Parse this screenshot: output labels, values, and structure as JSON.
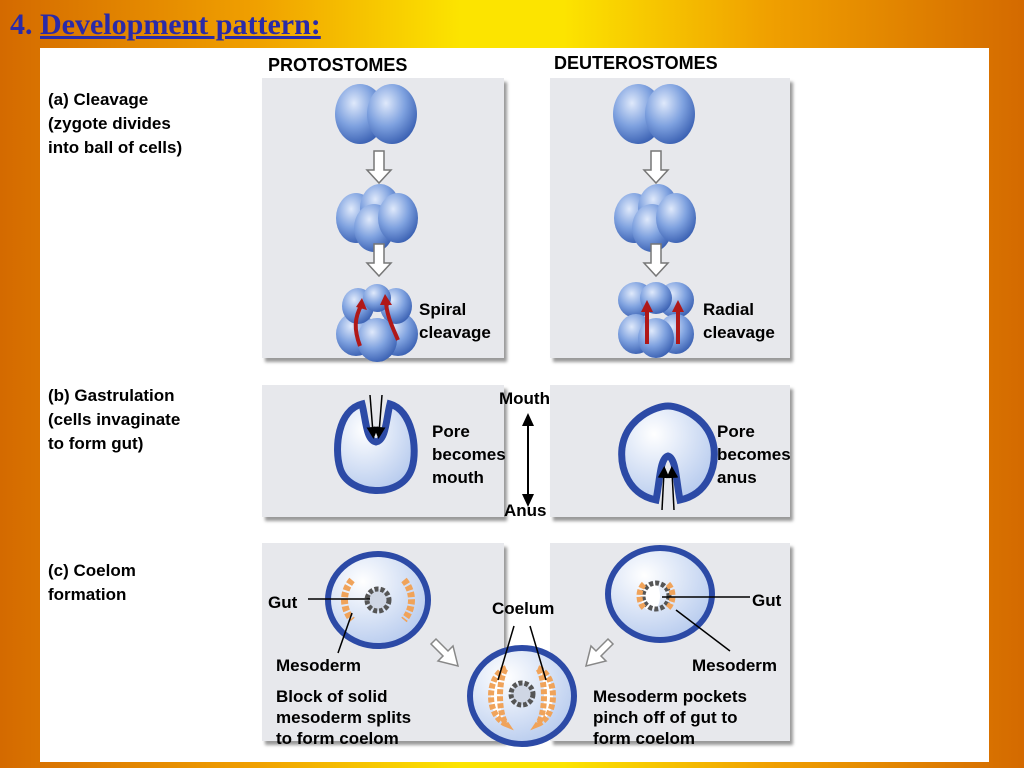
{
  "slide": {
    "number": "4.",
    "title": "Development pattern:"
  },
  "columns": {
    "left": "PROTOSTOMES",
    "right": "DEUTEROSTOMES"
  },
  "stages": {
    "cleavage": [
      "(a) Cleavage",
      "(zygote divides",
      "into ball of cells)"
    ],
    "gastrulation": [
      "(b) Gastrulation",
      "(cells invaginate",
      "to form gut)"
    ],
    "coelom": [
      "(c) Coelom",
      "formation"
    ]
  },
  "labels": {
    "spiral": [
      "Spiral",
      "cleavage"
    ],
    "radial": [
      "Radial",
      "cleavage"
    ],
    "pore_mouth": [
      "Pore",
      "becomes",
      "mouth"
    ],
    "pore_anus": [
      "Pore",
      "becomes",
      "anus"
    ],
    "mouth": "Mouth",
    "anus": "Anus",
    "gut_left": "Gut",
    "gut_right": "Gut",
    "coelum": "Coelum",
    "mesoderm_left": "Mesoderm",
    "mesoderm_right": "Mesoderm",
    "proto_coelom": [
      "Block of solid",
      "mesoderm splits",
      "to form coelom"
    ],
    "deutero_coelom": [
      "Mesoderm pockets",
      "pinch off of gut to",
      "form coelom"
    ]
  },
  "colors": {
    "title": "#2a2aa8",
    "cell_blue": "#6f95d8",
    "wall_blue": "#2c4aa6",
    "mesoderm": "#f0a35a",
    "arrow_red": "#b01818",
    "panel": "#e7e8ec"
  }
}
